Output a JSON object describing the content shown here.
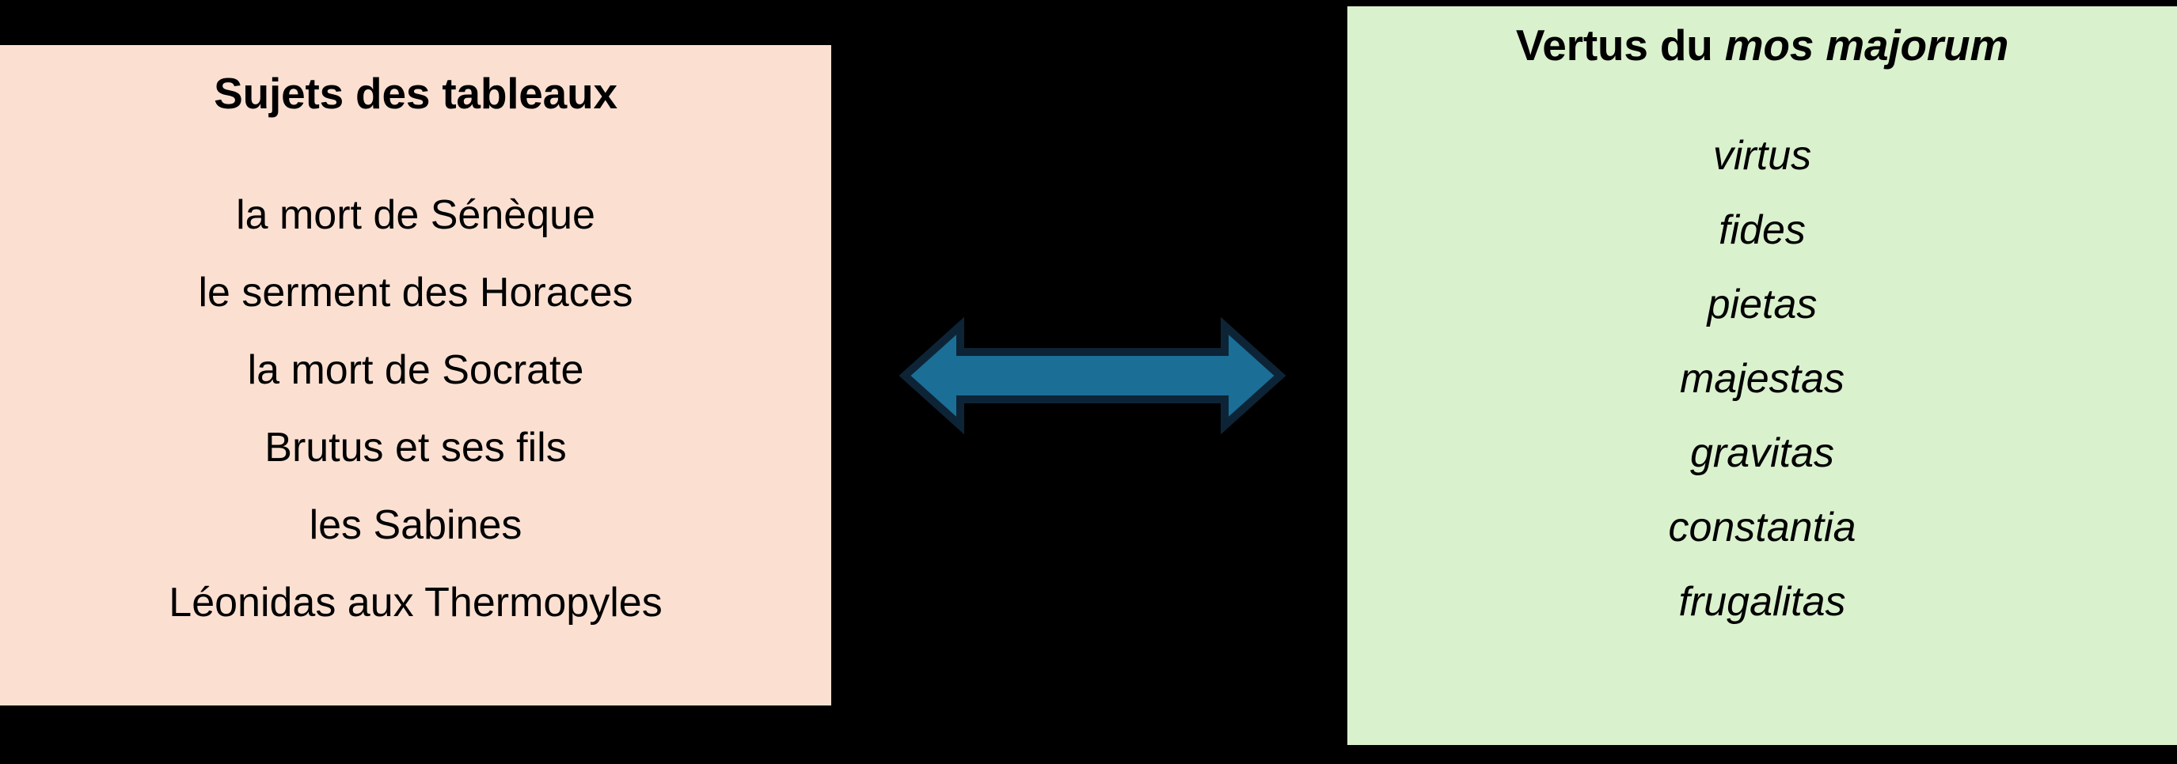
{
  "background_color": "#000000",
  "left_panel": {
    "name": "subjects-panel",
    "background_color": "#FBE0D2",
    "title": "Sujets des tableaux",
    "items": [
      "la mort de Sénèque",
      "le serment des Horaces",
      "la mort de Socrate",
      "Brutus et ses fils",
      "les Sabines",
      "Léonidas aux Thermopyles"
    ]
  },
  "connector": {
    "name": "double-headed-arrow-icon",
    "direction": "bidirectional-horizontal",
    "fill_color": "#1B6E96",
    "stroke_color": "#0D2436"
  },
  "right_panel": {
    "name": "virtues-panel",
    "background_color": "#DAF1CD",
    "title_prefix": "Vertus du ",
    "title_italic": "mos majorum",
    "items": [
      "virtus",
      "fides",
      "pietas",
      "majestas",
      "gravitas",
      "constantia",
      "frugalitas"
    ]
  }
}
